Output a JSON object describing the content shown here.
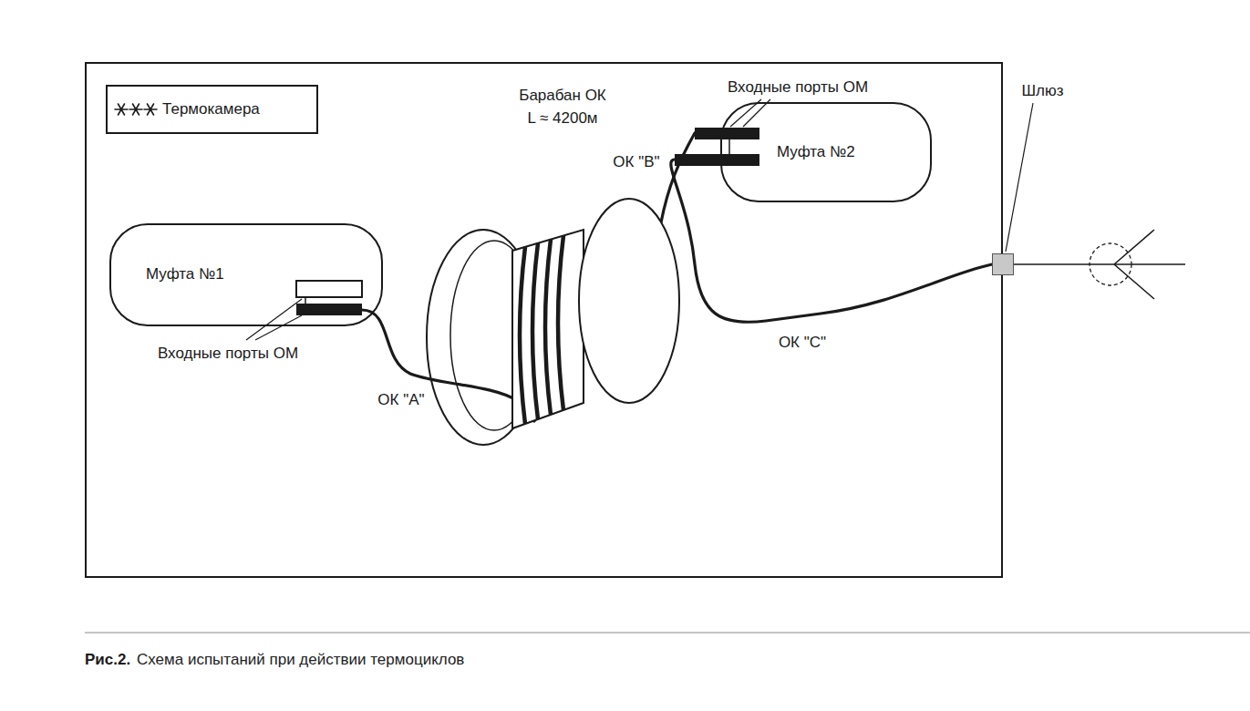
{
  "diagram": {
    "caption": "Схема испытаний при действии термоциклов",
    "nodes": [
      {
        "text": [
          "Термокамера"
        ]
      },
      {
        "text": [
          "Муфта №1"
        ],
        "in": 0
      },
      {
        "text": [
          "Барабан ОК",
          "L ≈ 4200м"
        ],
        "in": 0
      },
      {
        "text": [
          "Муфта №2"
        ],
        "in": 0
      },
      {
        "text": [
          "Шлюз"
        ]
      }
    ],
    "edges": [
      {
        "from": 1,
        "to": 2,
        "arrow": "none",
        "label": "ОК \"А\""
      },
      {
        "from": 2,
        "to": 3,
        "arrow": "none",
        "label": "ОК \"В\""
      },
      {
        "from": 3,
        "to": 4,
        "arrow": "none",
        "label": "ОК \"С\""
      }
    ],
    "labels": [
      "Входные порты ОМ",
      "Входные порты ОМ",
      "Рис.2."
    ]
  }
}
